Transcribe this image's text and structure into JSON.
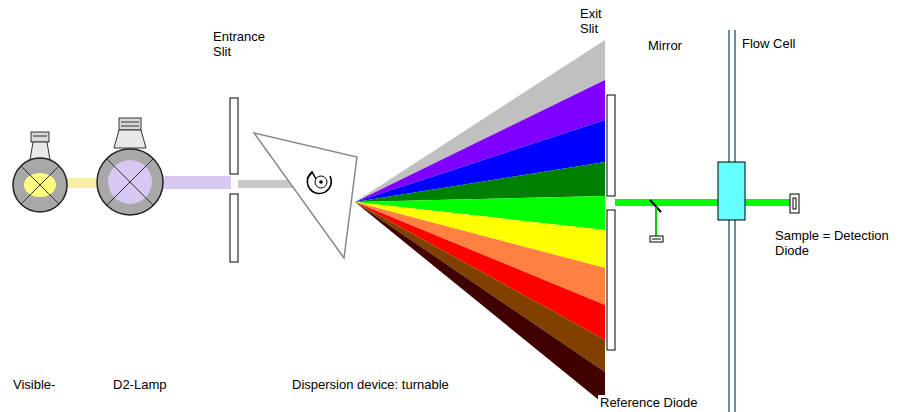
{
  "diagram": {
    "labels": [
      "Entrance Slit",
      "Exit Slit",
      "Mirror",
      "Flow Cell",
      "Sample = Detection Diode",
      "Visible-",
      "D2-Lamp",
      "Dispersion device: turnable",
      "Reference Diode"
    ]
  }
}
